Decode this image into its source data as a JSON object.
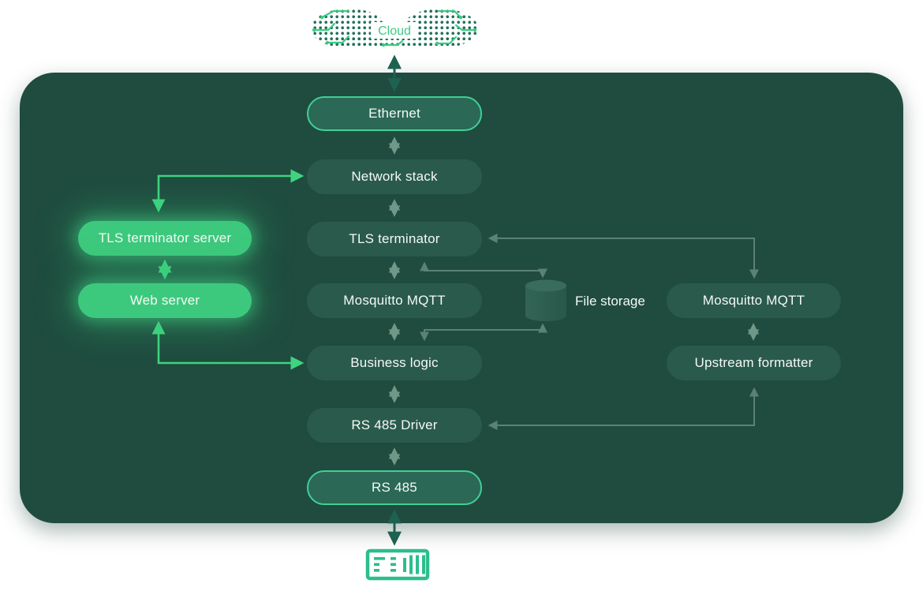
{
  "diagram": {
    "cloud_label": "Cloud",
    "nodes": {
      "ethernet": "Ethernet",
      "network_stack": "Network stack",
      "tls_terminator": "TLS terminator",
      "mosquitto_center": "Mosquitto MQTT",
      "business_logic": "Business logic",
      "rs485_driver": "RS 485 Driver",
      "rs485": "RS 485",
      "tls_terminator_server": "TLS terminator server",
      "web_server": "Web server",
      "mosquitto_right": "Mosquitto MQTT",
      "upstream_formatter": "Upstream formatter",
      "file_storage": "File storage"
    },
    "connections": [
      {
        "from": "Cloud",
        "to": "Ethernet",
        "style": "dark",
        "bidirectional": true
      },
      {
        "from": "Ethernet",
        "to": "Network stack",
        "style": "muted",
        "bidirectional": true
      },
      {
        "from": "Network stack",
        "to": "TLS terminator",
        "style": "muted",
        "bidirectional": true
      },
      {
        "from": "TLS terminator",
        "to": "Mosquitto MQTT (center)",
        "style": "muted",
        "bidirectional": true
      },
      {
        "from": "Mosquitto MQTT (center)",
        "to": "Business logic",
        "style": "muted",
        "bidirectional": true
      },
      {
        "from": "Business logic",
        "to": "RS 485 Driver",
        "style": "muted",
        "bidirectional": true
      },
      {
        "from": "RS 485 Driver",
        "to": "RS 485",
        "style": "muted",
        "bidirectional": true
      },
      {
        "from": "RS 485",
        "to": "RS 485 connector",
        "style": "dark",
        "bidirectional": true
      },
      {
        "from": "TLS terminator server",
        "to": "Web server",
        "style": "bright",
        "bidirectional": true
      },
      {
        "from": "TLS terminator server",
        "to": "Network stack",
        "style": "bright",
        "bidirectional": true
      },
      {
        "from": "Web server",
        "to": "Business logic",
        "style": "bright",
        "bidirectional": true
      },
      {
        "from": "TLS terminator",
        "to": "Mosquitto MQTT (right)",
        "style": "faint",
        "bidirectional": true
      },
      {
        "from": "TLS terminator",
        "to": "File storage",
        "style": "faint",
        "bidirectional": true
      },
      {
        "from": "Business logic",
        "to": "File storage",
        "style": "faint",
        "bidirectional": true
      },
      {
        "from": "Mosquitto MQTT (right)",
        "to": "Upstream formatter",
        "style": "muted",
        "bidirectional": true
      },
      {
        "from": "Upstream formatter",
        "to": "RS 485 Driver",
        "style": "faint",
        "bidirectional": true
      }
    ],
    "colors": {
      "canvas_bg": "#ffffff",
      "board_bg": "#1f4c3f",
      "node_bg": "#2a5a4b",
      "port_bg": "#2b6856",
      "port_border": "#3fd096",
      "highlight_bg": "#3dc97d",
      "bright_arrow": "#3ed47f",
      "muted_arrow": "#7ea695",
      "faint_arrow": "#6a9082",
      "dark_arrow": "#1e6150",
      "icon_green": "#2cbe8d",
      "cloud_dot": "#1f7059",
      "cloud_accent": "#3bcb81",
      "text_color": "#f4f9f6"
    }
  }
}
